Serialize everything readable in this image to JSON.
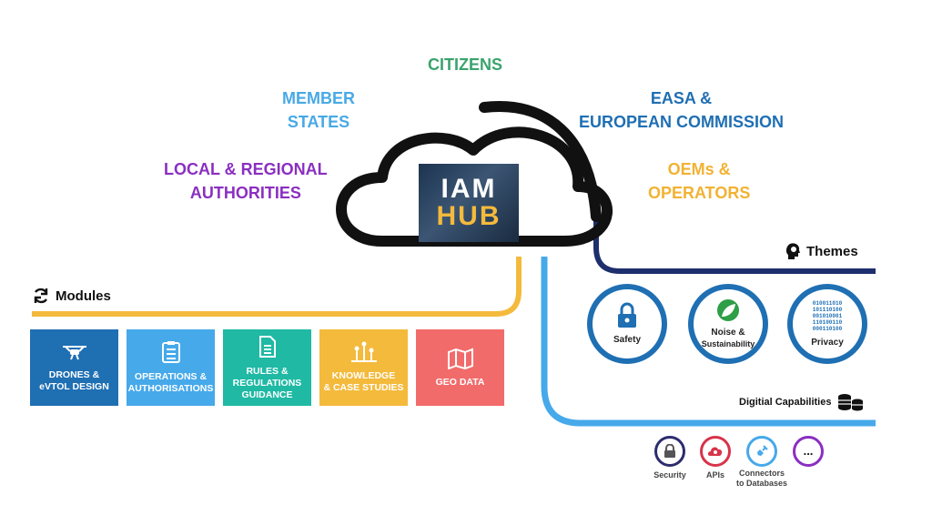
{
  "stakeholders": {
    "citizens": {
      "label": "CITIZENS",
      "color": "#3aa36d"
    },
    "member_states": {
      "line1": "MEMBER",
      "line2": "STATES",
      "color": "#48a9e6"
    },
    "local_regional": {
      "line1": "LOCAL & REGIONAL",
      "line2": "AUTHORITIES",
      "color": "#8a2fc1"
    },
    "easa_ec": {
      "line1": "EASA &",
      "line2": "EUROPEAN COMMISSION",
      "color": "#1f6fb3"
    },
    "oems": {
      "line1": "OEMs &",
      "line2": "OPERATORS",
      "color": "#f2b233"
    }
  },
  "hub": {
    "line1": "IAM",
    "line2": "HUB"
  },
  "modules": {
    "title": "Modules",
    "icon": "refresh-icon",
    "items": [
      {
        "line1": "DRONES &",
        "line2": "eVTOL DESIGN",
        "line3": "",
        "color": "#1f6fb3",
        "icon": "drone-icon"
      },
      {
        "line1": "OPERATIONS &",
        "line2": "AUTHORISATIONS",
        "line3": "",
        "color": "#46a9ea",
        "icon": "checklist-icon"
      },
      {
        "line1": "RULES &",
        "line2": "REGULATIONS",
        "line3": "GUIDANCE",
        "color": "#1fb9a4",
        "icon": "document-icon"
      },
      {
        "line1": "KNOWLEDGE",
        "line2": "& CASE STUDIES",
        "line3": "",
        "color": "#f4ba3c",
        "icon": "knowledge-icon"
      },
      {
        "line1": "GEO DATA",
        "line2": "",
        "line3": "",
        "color": "#f26b6b",
        "icon": "map-icon"
      }
    ]
  },
  "themes": {
    "title": "Themes",
    "icon": "brain-head-icon",
    "items": [
      {
        "line1": "Safety",
        "line2": "",
        "icon": "lock-icon"
      },
      {
        "line1": "Noise &",
        "line2": "Sustainability",
        "icon": "leaf-icon"
      },
      {
        "line1": "Privacy",
        "line2": "",
        "icon": "binary-icon",
        "binary": [
          "010011010",
          "101110100",
          "001010001",
          "110100110",
          "000110100"
        ]
      }
    ]
  },
  "digital": {
    "title": "Digitial Capabilities",
    "icon": "database-icon",
    "items": [
      {
        "line1": "Security",
        "line2": "",
        "color": "#2c2c6e",
        "icon": "lock-icon"
      },
      {
        "line1": "APIs",
        "line2": "",
        "color": "#d8334a",
        "icon": "api-icon"
      },
      {
        "line1": "Connectors",
        "line2": "to Databases",
        "color": "#46a9ea",
        "icon": "plug-icon"
      },
      {
        "line1": "",
        "line2": "",
        "color": "#8a2fc1",
        "icon": "ellipsis-icon",
        "glyph": "..."
      }
    ]
  },
  "colors": {
    "modules_line": "#f4ba3c",
    "themes_line": "#1e2f6e",
    "digital_line": "#46a9ea",
    "cloud": "#111111"
  }
}
